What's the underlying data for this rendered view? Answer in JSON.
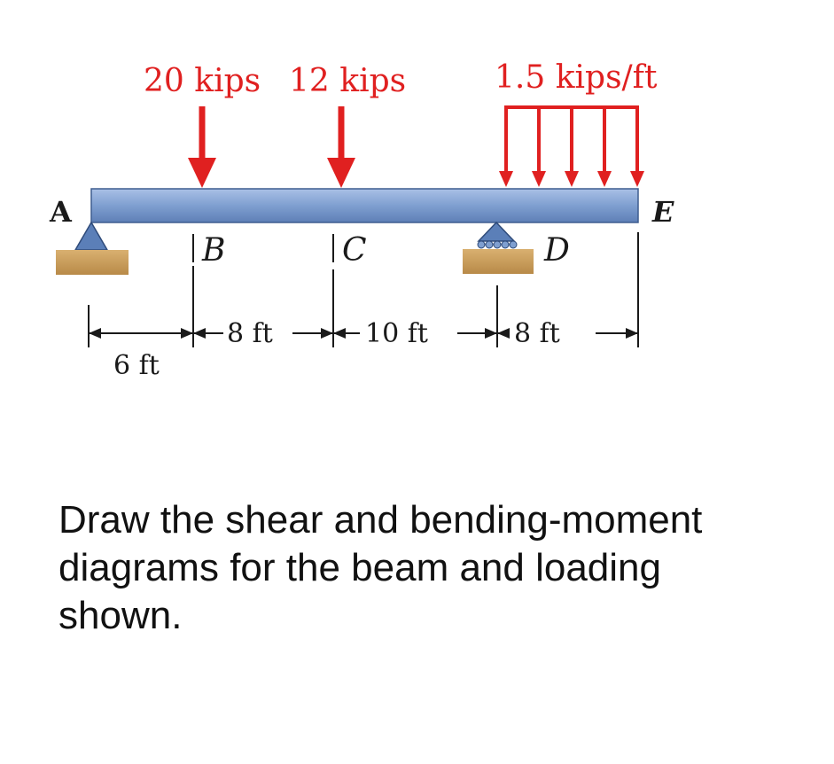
{
  "loads": {
    "point_b": "20 kips",
    "point_c": "12 kips",
    "distributed": "1.5 kips/ft"
  },
  "points": {
    "a": "A",
    "b": "B",
    "c": "C",
    "d": "D",
    "e": "E"
  },
  "dimensions": {
    "ab": "6 ft",
    "bc": "8 ft",
    "cd": "10 ft",
    "de": "8 ft"
  },
  "prompt": "Draw the shear and bending-moment diagrams for the beam and loading shown.",
  "colors": {
    "load_arrow": "#e02020",
    "beam": "#7f9fd0",
    "support": "#5b7fb8",
    "ground": "#c8a060"
  }
}
